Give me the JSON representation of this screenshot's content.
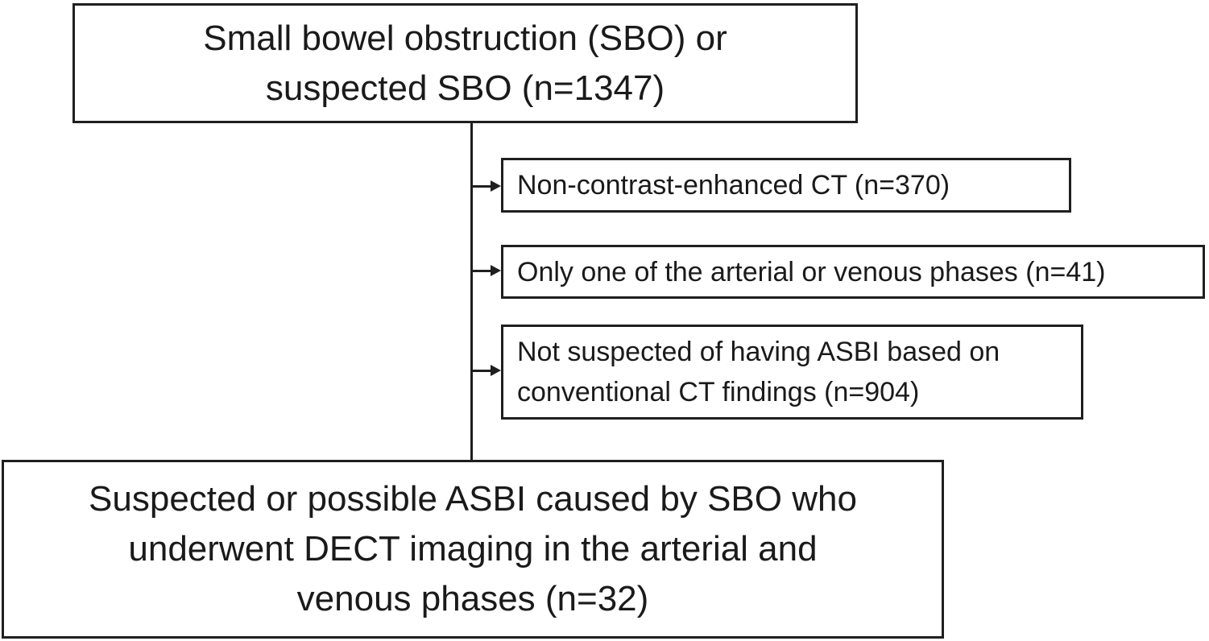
{
  "flowchart": {
    "type": "patient-selection-flow-diagram",
    "top_box": {
      "lines": [
        "Small bowel obstruction (SBO) or",
        "suspected SBO (n=1347)"
      ],
      "n": 1347
    },
    "exclusions": [
      {
        "lines": [
          "Non-contrast-enhanced CT (n=370)"
        ],
        "n": 370
      },
      {
        "lines": [
          "Only one of the arterial or venous phases (n=41)"
        ],
        "n": 41
      },
      {
        "lines": [
          "Not suspected of having ASBI based on",
          "conventional CT findings (n=904)"
        ],
        "n": 904
      }
    ],
    "bottom_box": {
      "lines": [
        "Suspected or possible ASBI caused by SBO who",
        "underwent DECT imaging in the arterial and",
        "venous phases (n=32)"
      ],
      "n": 32
    }
  },
  "colors": {
    "border": "#1f1f1f",
    "text": "#1a1a1a",
    "background": "#ffffff"
  }
}
